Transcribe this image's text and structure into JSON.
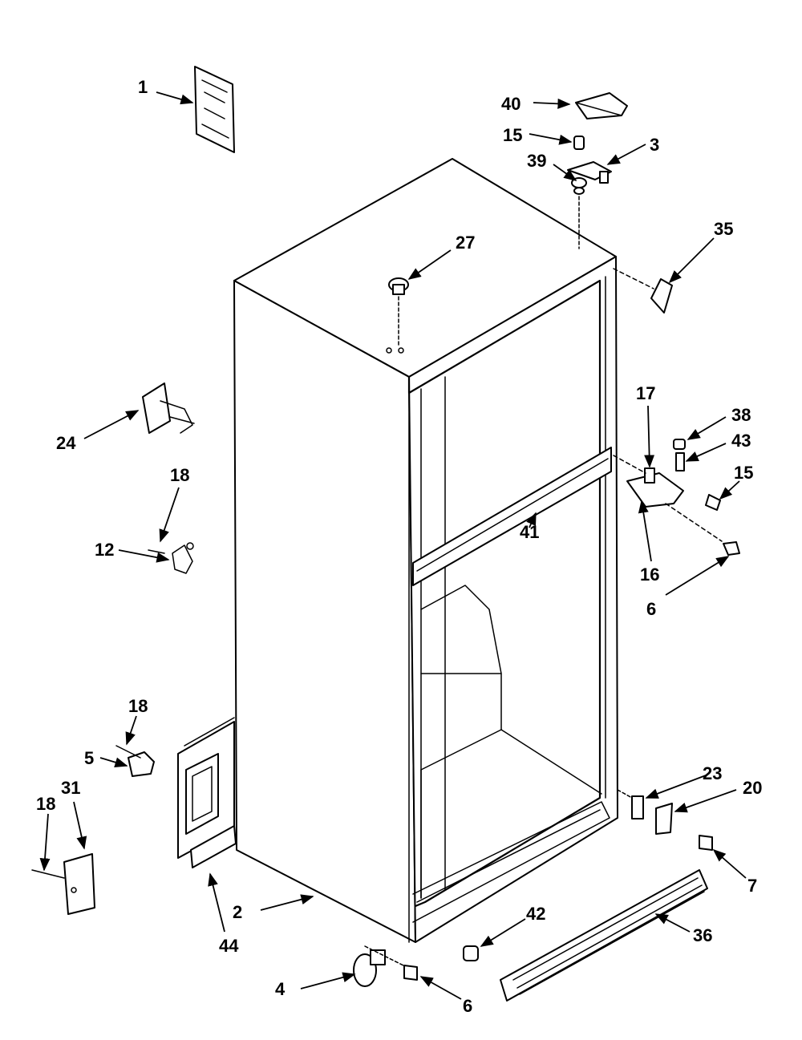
{
  "callouts": [
    {
      "id": "c1",
      "label": "1"
    },
    {
      "id": "c40",
      "label": "40"
    },
    {
      "id": "c15a",
      "label": "15"
    },
    {
      "id": "c3",
      "label": "3"
    },
    {
      "id": "c39",
      "label": "39"
    },
    {
      "id": "c27",
      "label": "27"
    },
    {
      "id": "c35",
      "label": "35"
    },
    {
      "id": "c24",
      "label": "24"
    },
    {
      "id": "c18a",
      "label": "18"
    },
    {
      "id": "c12",
      "label": "12"
    },
    {
      "id": "c17",
      "label": "17"
    },
    {
      "id": "c38",
      "label": "38"
    },
    {
      "id": "c43",
      "label": "43"
    },
    {
      "id": "c15b",
      "label": "15"
    },
    {
      "id": "c41",
      "label": "41"
    },
    {
      "id": "c16",
      "label": "16"
    },
    {
      "id": "c6a",
      "label": "6"
    },
    {
      "id": "c18b",
      "label": "18"
    },
    {
      "id": "c5",
      "label": "5"
    },
    {
      "id": "c18c",
      "label": "18"
    },
    {
      "id": "c31",
      "label": "31"
    },
    {
      "id": "c23",
      "label": "23"
    },
    {
      "id": "c20",
      "label": "20"
    },
    {
      "id": "c7",
      "label": "7"
    },
    {
      "id": "c2",
      "label": "2"
    },
    {
      "id": "c44",
      "label": "44"
    },
    {
      "id": "c42",
      "label": "42"
    },
    {
      "id": "c36",
      "label": "36"
    },
    {
      "id": "c4",
      "label": "4"
    },
    {
      "id": "c6b",
      "label": "6"
    }
  ]
}
